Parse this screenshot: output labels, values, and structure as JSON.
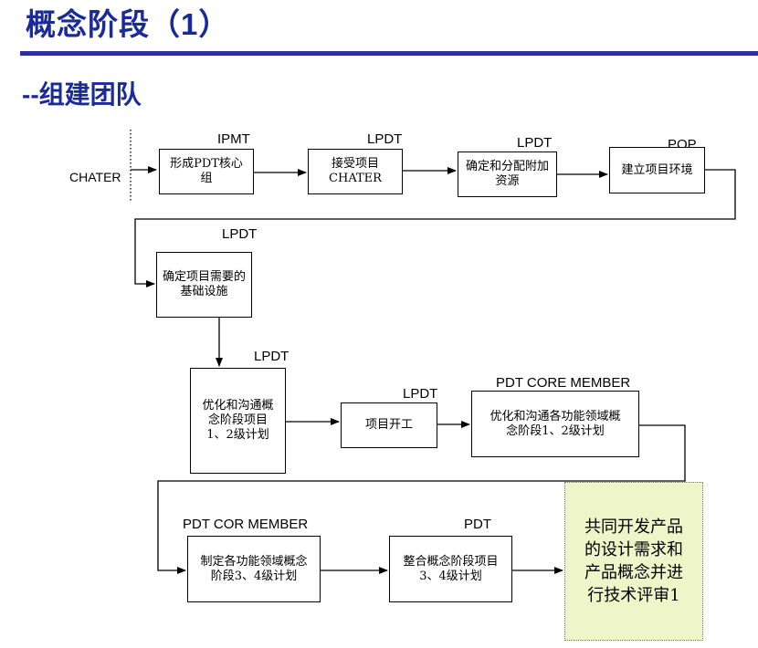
{
  "header": {
    "title": "概念阶段（1）",
    "subtitle": "--组建团队"
  },
  "diagram": {
    "start_label": "CHATER",
    "nodes": [
      {
        "id": "n1",
        "text": "形成PDT核心组",
        "owner": "IPMT"
      },
      {
        "id": "n2",
        "text": "接受项目CHATER",
        "owner": "LPDT"
      },
      {
        "id": "n3",
        "text": "确定和分配附加资源",
        "owner": "LPDT"
      },
      {
        "id": "n4",
        "text": "建立项目环境",
        "owner": "POP"
      },
      {
        "id": "n5",
        "text": "确定项目需要的基础设施",
        "owner": "LPDT"
      },
      {
        "id": "n6",
        "text": "优化和沟通概念阶段项目1、2级计划",
        "owner": "LPDT"
      },
      {
        "id": "n7",
        "text": "项目开工",
        "owner": "LPDT"
      },
      {
        "id": "n8",
        "text": "优化和沟通各功能领域概念阶段1、2级计划",
        "owner": "PDT CORE MEMBER"
      },
      {
        "id": "n9",
        "text": "制定各功能领域概念阶段3、4级计划",
        "owner": "PDT COR MEMBER"
      },
      {
        "id": "n10",
        "text": "整合概念阶段项目3、4级计划",
        "owner": "PDT"
      },
      {
        "id": "n11",
        "text": "共同开发产品的设计需求和产品概念并进行技术评审1"
      }
    ]
  }
}
